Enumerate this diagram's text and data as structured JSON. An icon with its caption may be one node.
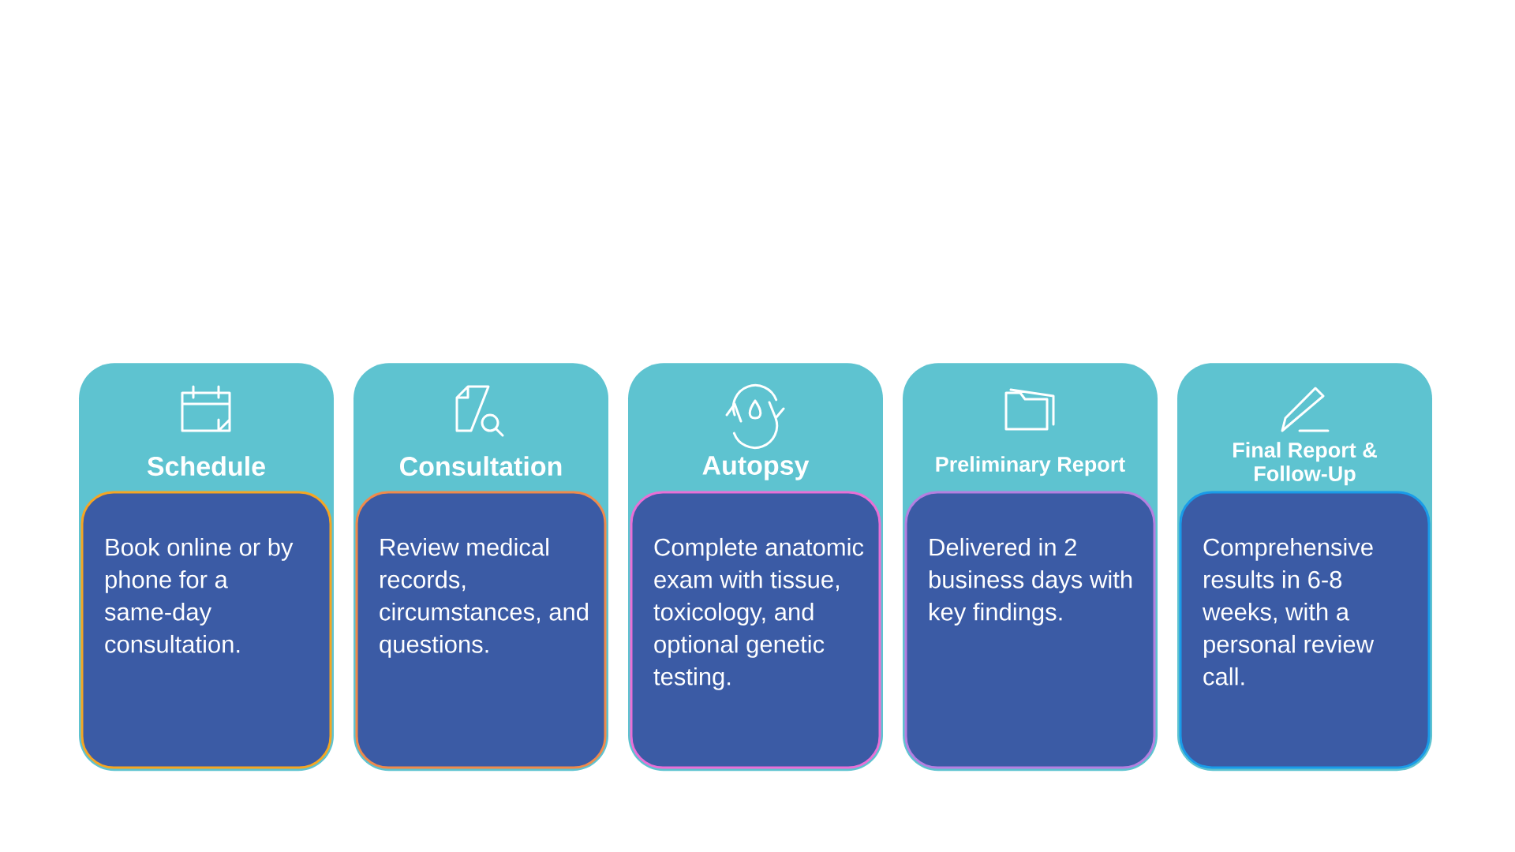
{
  "diagram": {
    "nodes": [
      {
        "text": [
          "Schedule"
        ]
      },
      {
        "text": [
          "Book online or by phone for a same-day consultation."
        ],
        "in": 0
      },
      {
        "text": [
          "Consultation"
        ]
      },
      {
        "text": [
          "Review medical records, circumstances, and questions."
        ],
        "in": 2
      },
      {
        "text": [
          "Autopsy"
        ]
      },
      {
        "text": [
          "Complete anatomic exam with tissue, toxicology, and optional genetic testing."
        ],
        "in": 4
      },
      {
        "text": [
          "Preliminary Report"
        ]
      },
      {
        "text": [
          "Delivered in 2 business days with key findings."
        ],
        "in": 6
      },
      {
        "text": [
          "Final Report & Follow-Up"
        ]
      },
      {
        "text": [
          "Comprehensive results in 6-8 weeks, with a personal review call."
        ],
        "in": 8
      }
    ]
  }
}
